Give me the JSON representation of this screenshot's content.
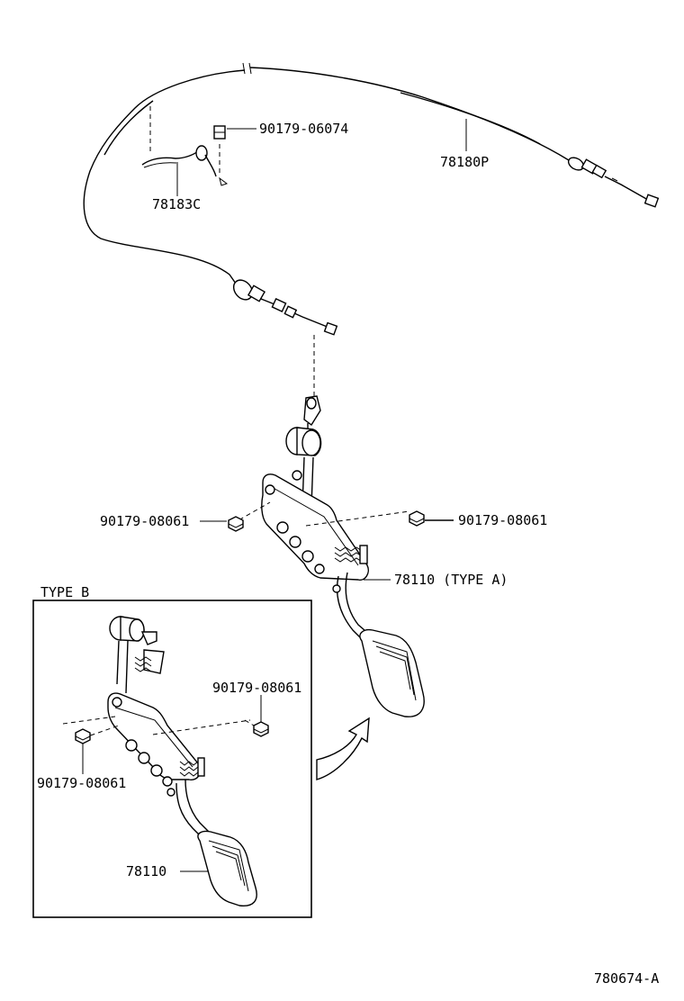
{
  "labels": {
    "cable_assembly": "78180P",
    "clamp": "78183C",
    "bolt_top": "90179-06074",
    "nut_left": "90179-08061",
    "nut_right": "90179-08061",
    "pedal_type_a": "78110 (TYPE A)",
    "type_b_title": "TYPE B",
    "type_b_nut_upper": "90179-08061",
    "type_b_nut_lower": "90179-08061",
    "type_b_pedal": "78110",
    "figure_id": "780674-A"
  }
}
